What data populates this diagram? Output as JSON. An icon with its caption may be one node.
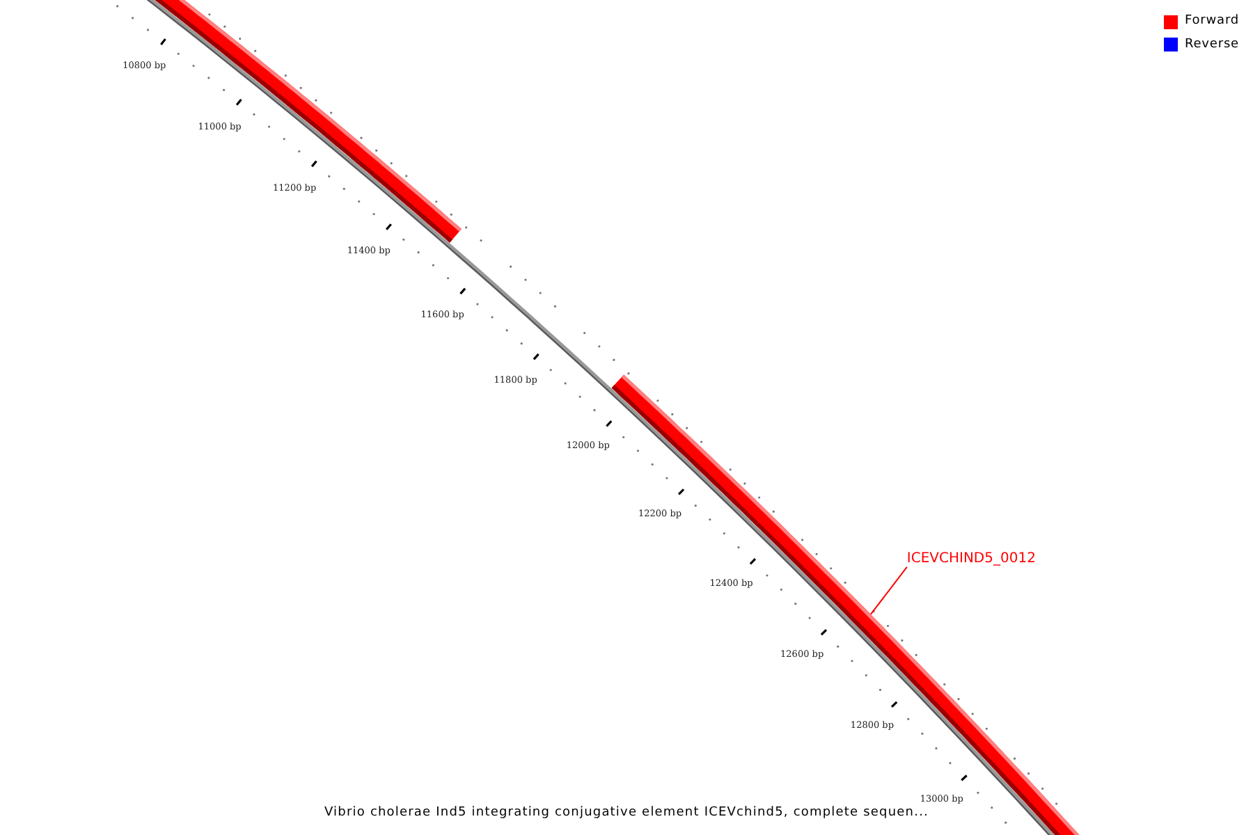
{
  "diagram": {
    "caption": "Vibrio cholerae Ind5 integrating conjugative element ICEVchind5, complete sequen...",
    "nodes": [
      {
        "text": [],
        "shape": "bar"
      },
      {
        "text": [],
        "shape": "bar"
      },
      {
        "text": [
          "ICEVCHIND5_0012"
        ]
      }
    ],
    "edges": [
      {
        "from": 2,
        "to": 1,
        "arrow": "none"
      }
    ],
    "labels": [
      "10800 bp",
      "11000 bp",
      "11200 bp",
      "11400 bp",
      "11600 bp",
      "11800 bp",
      "12000 bp",
      "12200 bp",
      "12400 bp",
      "12600 bp",
      "12800 bp",
      "13000 bp"
    ],
    "legend": [
      {
        "text": "Forward",
        "color": "#ff0000"
      },
      {
        "text": "Reverse",
        "color": "#0000ff"
      }
    ]
  }
}
